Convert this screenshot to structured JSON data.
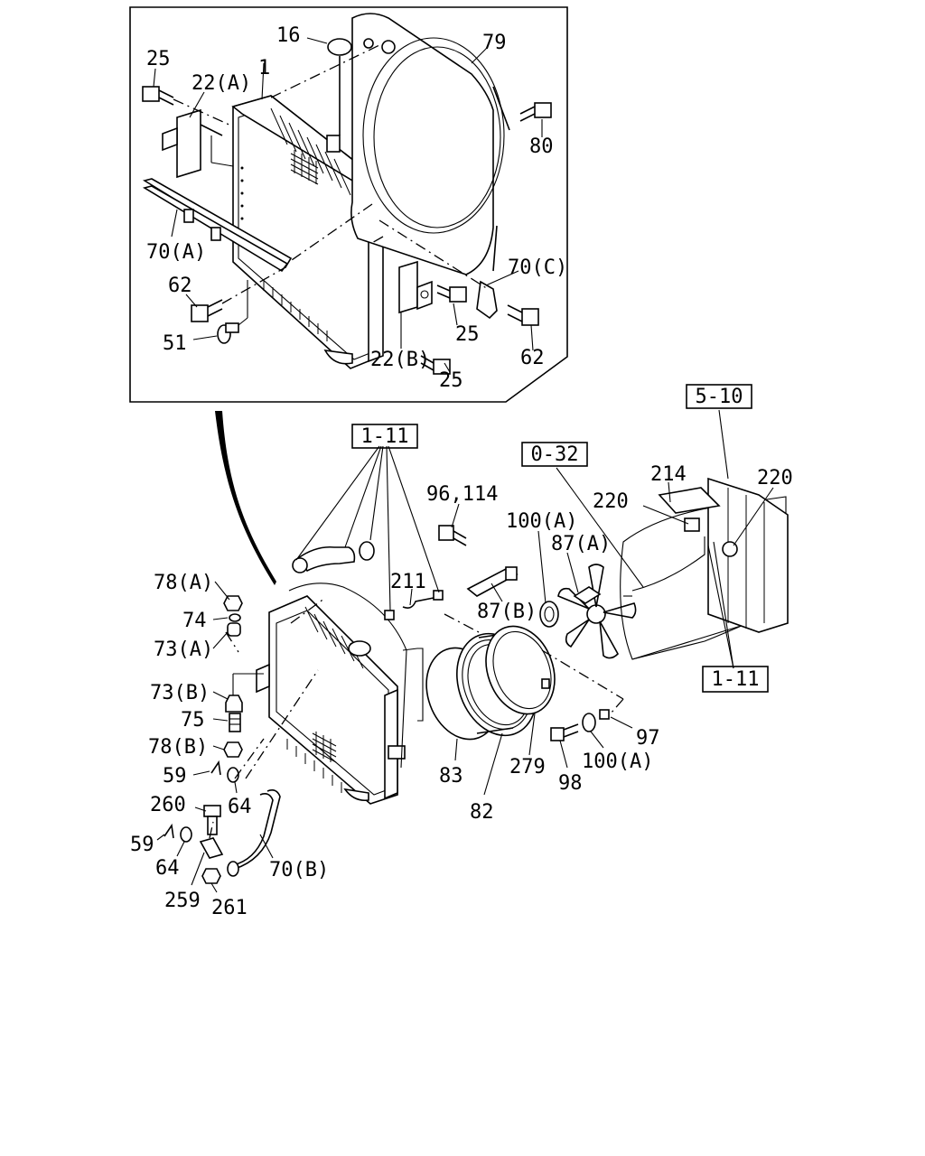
{
  "diagram": {
    "inset_labels": [
      "16",
      "79",
      "25",
      "22(A)",
      "1",
      "80",
      "70(A)",
      "70(C)",
      "62",
      "25",
      "51",
      "62",
      "22(B)",
      "25"
    ],
    "main_labels": [
      "96,114",
      "100(A)",
      "87(A)",
      "214",
      "220",
      "220",
      "211",
      "87(B)",
      "78(A)",
      "74",
      "73(A)",
      "73(B)",
      "75",
      "78(B)",
      "59",
      "64",
      "260",
      "59",
      "64",
      "70(B)",
      "259",
      "261",
      "83",
      "82",
      "279",
      "97",
      "100(A)",
      "98"
    ],
    "ref_boxes": [
      "1-11",
      "0-32",
      "5-10",
      "1-11"
    ]
  }
}
